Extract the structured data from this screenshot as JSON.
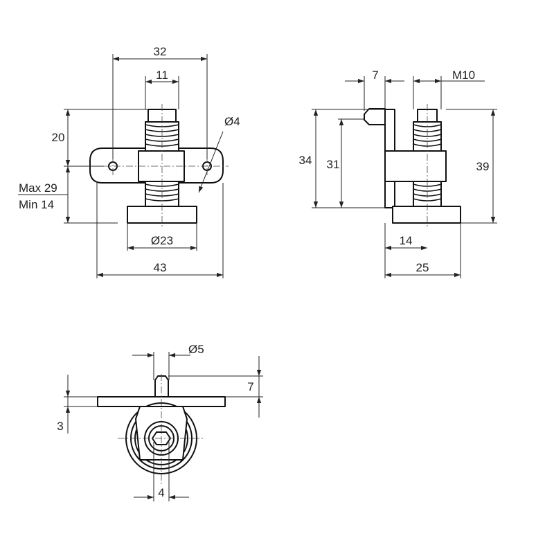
{
  "front_view": {
    "dims": {
      "width_hole_spacing": "32",
      "width_body": "11",
      "height_upper": "20",
      "hole_dia": "Ø4",
      "travel_max": "Max 29",
      "travel_min": "Min 14",
      "foot_dia": "Ø23",
      "overall_width": "43"
    }
  },
  "side_view": {
    "dims": {
      "pin_offset": "7",
      "thread": "M10",
      "height_34": "34",
      "height_31": "31",
      "height_39": "39",
      "base_14": "14",
      "base_25": "25"
    }
  },
  "bottom_view": {
    "dims": {
      "pin_dia": "Ø5",
      "pin_height": "7",
      "plate_thickness": "3",
      "hex_socket": "4"
    }
  }
}
